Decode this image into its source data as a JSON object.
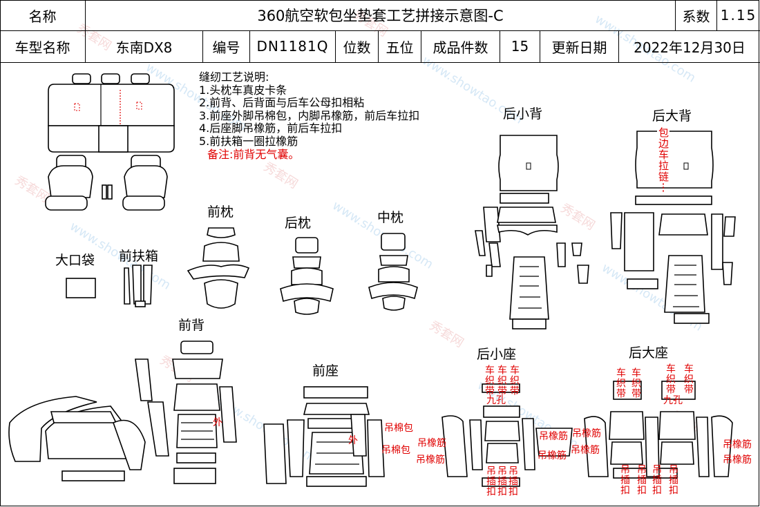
{
  "header": {
    "name_label": "名称",
    "title": "360航空软包坐垫套工艺拼接示意图-C",
    "coef_label": "系数",
    "coef_value": "1.15",
    "model_label": "车型名称",
    "model_value": "东南DX8",
    "code_label": "编号",
    "code_value": "DN1181Q",
    "seats_label": "位数",
    "seats_value": "五位",
    "pieces_label": "成品件数",
    "pieces_value": "15",
    "date_label": "更新日期",
    "date_value": "2022年12月30日"
  },
  "notes": {
    "title": "缝纫工艺说明:",
    "items": [
      "1.头枕车真皮卡条",
      "2.前背、后背面与后车公母扣相粘",
      "3.前座外脚吊棉包，内脚吊橡筋，前后车拉扣",
      "4.后座脚吊橡筋，前后车拉扣",
      "5.前扶箱一圈拉橡筋"
    ],
    "remark": "备注:前背无气囊。"
  },
  "sections": {
    "front_headrest": "前枕",
    "rear_headrest": "后枕",
    "middle_headrest": "中枕",
    "big_pocket": "大口袋",
    "front_armrest": "前扶箱",
    "front_back": "前背",
    "front_seat": "前座",
    "rear_small_back": "后小背",
    "rear_big_back": "后大背",
    "rear_small_seat": "后小座",
    "rear_big_seat": "后大座"
  },
  "annotations": {
    "edge_zip": "包边车拉链",
    "outer": "外",
    "hang_cotton": "吊棉包",
    "hang_elastic": "吊橡筋",
    "sew_strap": "车织带",
    "nine_hole": "九孔",
    "hang_buckle": "吊插扣"
  },
  "watermark": {
    "cn": "秀套网",
    "en": "www.showtao.com"
  }
}
